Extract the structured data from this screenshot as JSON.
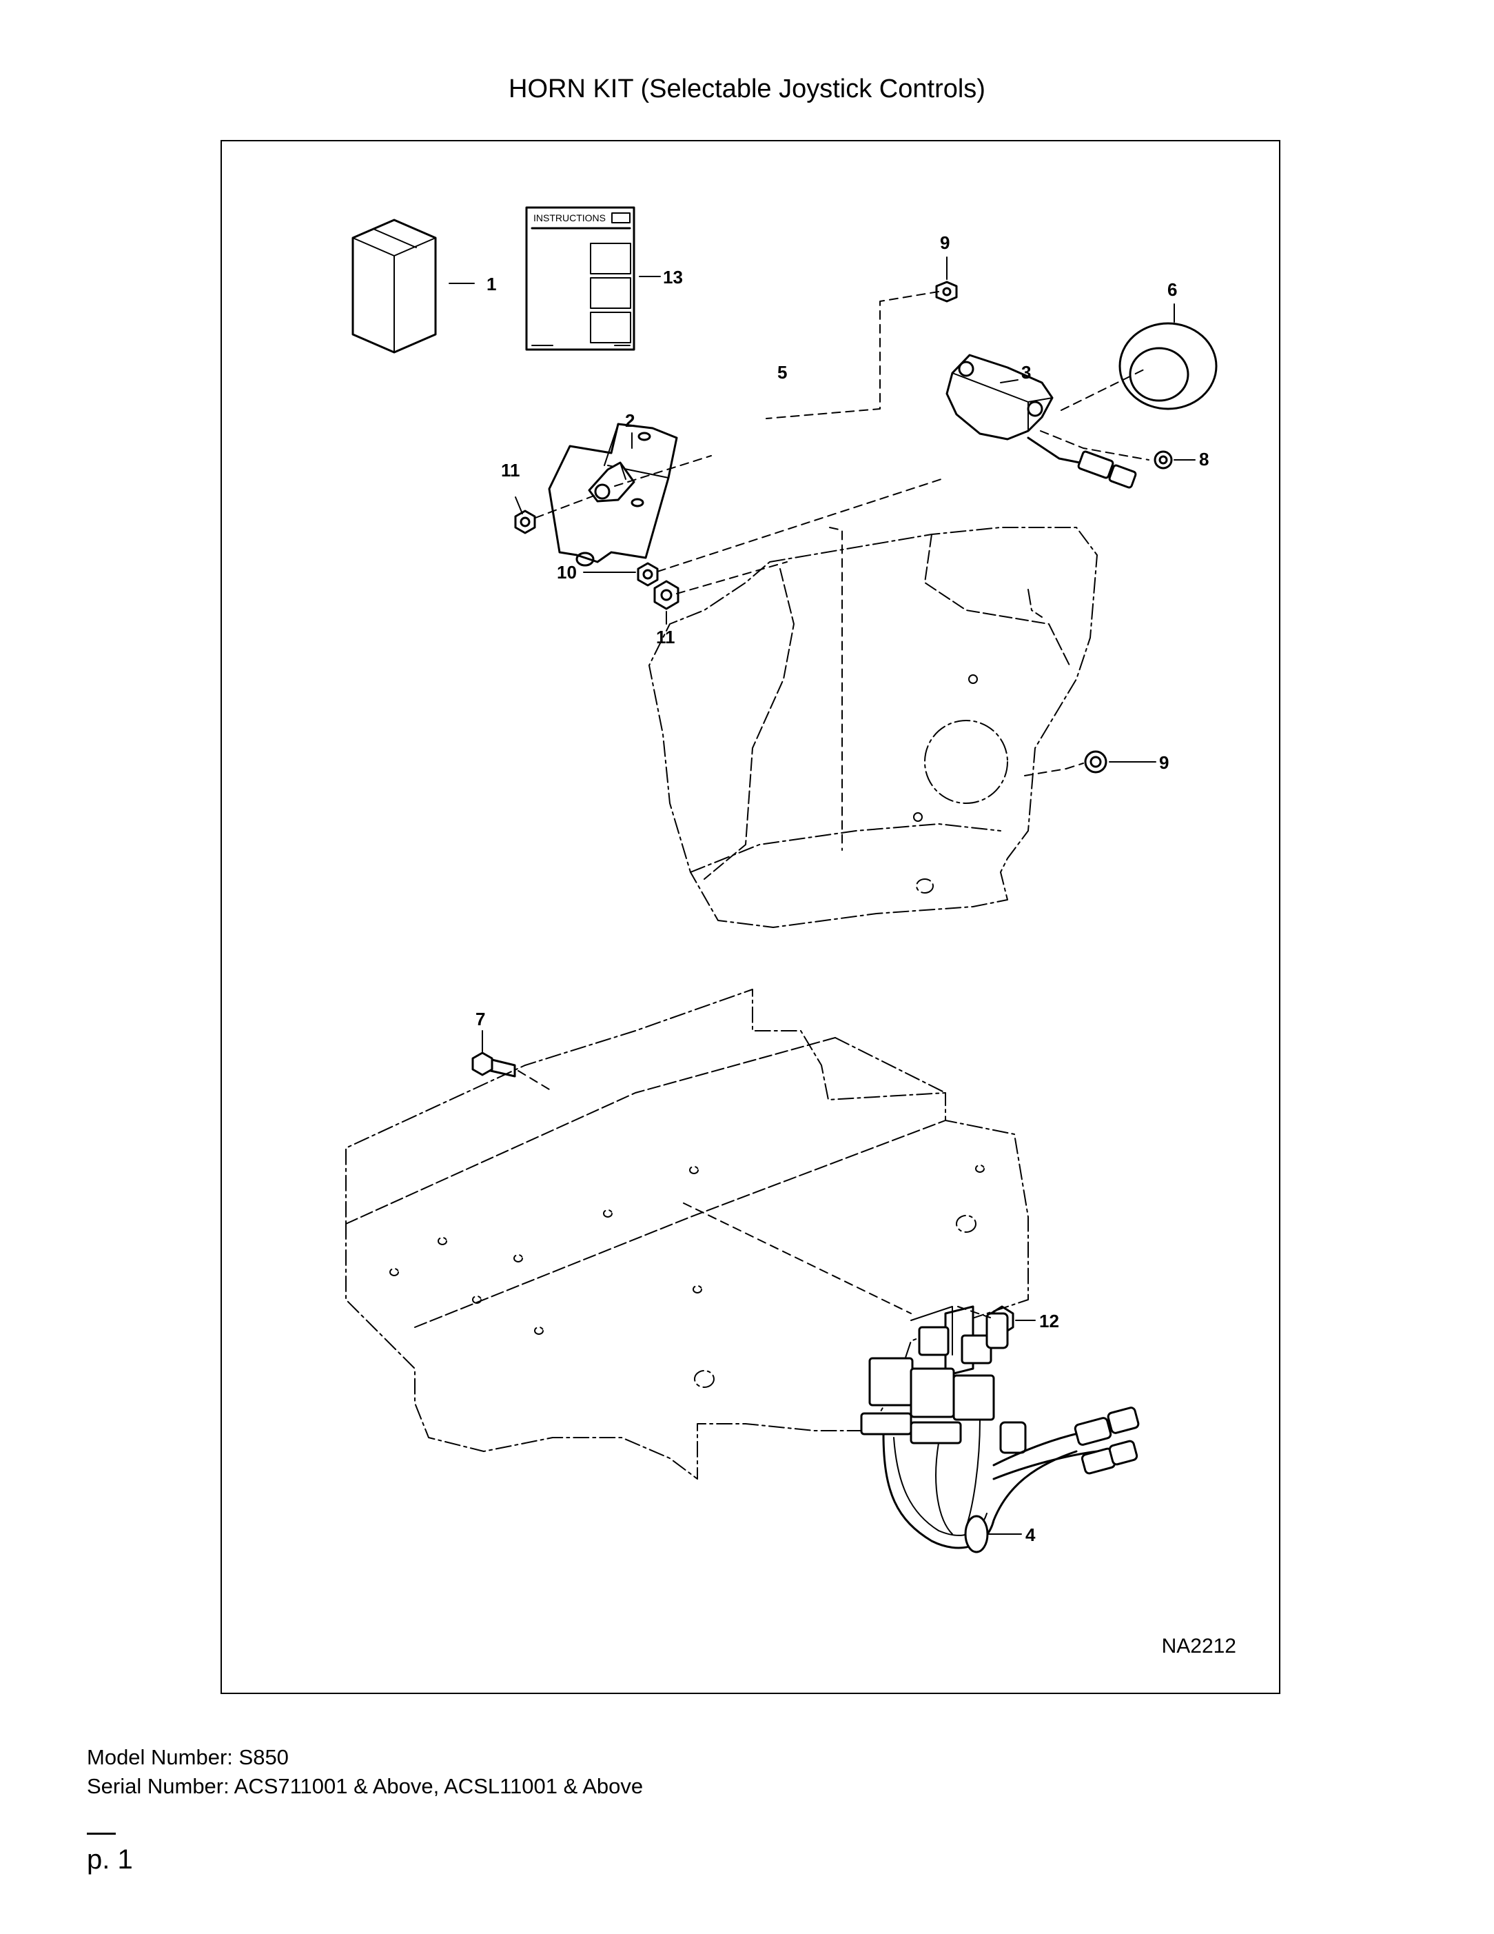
{
  "document": {
    "title": "HORN KIT (Selectable Joystick Controls)",
    "figure_code": "NA2212",
    "model_line": "Model Number: S850",
    "serial_line": "Serial Number: ACS711001 & Above, ACSL11001 & Above",
    "page_label": "p. 1"
  },
  "diagram": {
    "instructions_label": "INSTRUCTIONS",
    "callouts": {
      "c1": "1",
      "c2": "2",
      "c3": "3",
      "c4": "4",
      "c5": "5",
      "c6": "6",
      "c7": "7",
      "c8": "8",
      "c9a": "9",
      "c9b": "9",
      "c10": "10",
      "c11a": "11",
      "c11b": "11",
      "c12": "12",
      "c13": "13"
    }
  }
}
